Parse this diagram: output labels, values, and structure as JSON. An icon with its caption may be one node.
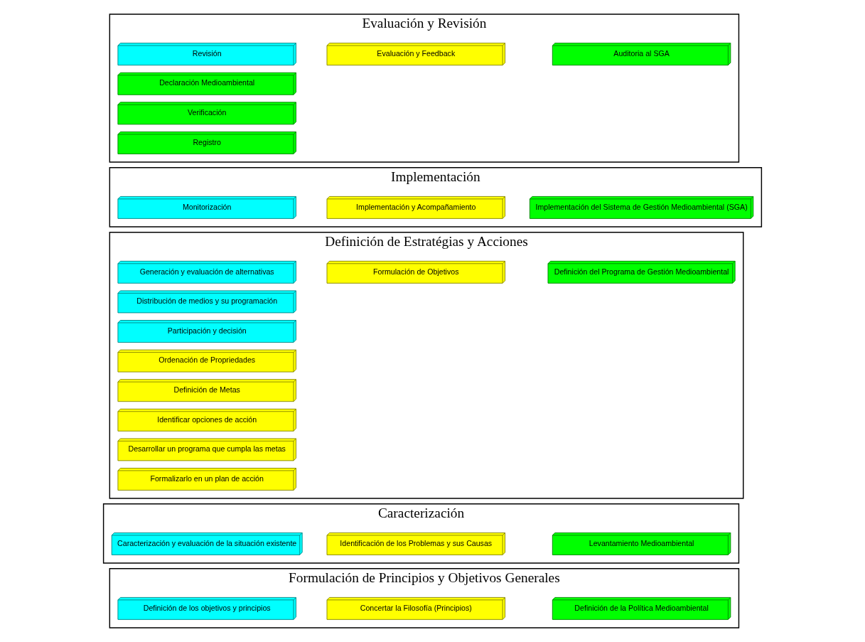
{
  "diagram": {
    "nodes": [
      {
        "text": [
          "Formulación de Principios y Objetivos Generales"
        ]
      },
      {
        "text": [
          "Definición de los objetivos y principios"
        ],
        "in": 0
      },
      {
        "text": [
          "Concertar la Filosofía (Principios)"
        ],
        "in": 0
      },
      {
        "text": [
          "Definición de la Política Medioambiental"
        ],
        "in": 0
      },
      {
        "text": [
          "Caracterización"
        ]
      },
      {
        "text": [
          "Caracterización y evaluación de la situación existente"
        ],
        "in": 4
      },
      {
        "text": [
          "Identificación de los Problemas y sus Causas"
        ],
        "in": 4
      },
      {
        "text": [
          "Levantamiento Medioambiental"
        ],
        "in": 4
      },
      {
        "text": [
          "Definición de Estratégias y Acciones"
        ]
      },
      {
        "text": [
          "Generación y evaluación de alternativas"
        ],
        "in": 8
      },
      {
        "text": [
          "Distribución de medios y su programación"
        ],
        "in": 8
      },
      {
        "text": [
          "Participación y decisión"
        ],
        "in": 8
      },
      {
        "text": [
          "Formulación de Objetivos"
        ],
        "in": 8
      },
      {
        "text": [
          "Ordenación de Propriedades"
        ],
        "in": 8
      },
      {
        "text": [
          "Definición de Metas"
        ],
        "in": 8
      },
      {
        "text": [
          "Identificar opciones de acción"
        ],
        "in": 8
      },
      {
        "text": [
          "Desarrollar un programa que cumpla las metas"
        ],
        "in": 8
      },
      {
        "text": [
          "Formalizarlo en un plan de acción"
        ],
        "in": 8
      },
      {
        "text": [
          "Definición del Programa de Gestión Medioambiental"
        ],
        "in": 8
      },
      {
        "text": [
          "Implementación"
        ]
      },
      {
        "text": [
          "Monitorización"
        ],
        "in": 19
      },
      {
        "text": [
          "Implementación y Acompañamiento"
        ],
        "in": 19
      },
      {
        "text": [
          "Implementación del Sistema de Gestión Medioambiental (SGA)"
        ],
        "in": 19
      },
      {
        "text": [
          "Evaluación y Revisión"
        ]
      },
      {
        "text": [
          "Revisión"
        ],
        "in": 23
      },
      {
        "text": [
          "Evaluación y Feedback"
        ],
        "in": 23
      },
      {
        "text": [
          "Auditoria al SGA"
        ],
        "in": 23
      },
      {
        "text": [
          "Declaración Medioambiental"
        ],
        "in": 23
      },
      {
        "text": [
          "Verificación"
        ],
        "in": 23
      },
      {
        "text": [
          "Registro"
        ],
        "in": 23
      }
    ],
    "edges": []
  }
}
